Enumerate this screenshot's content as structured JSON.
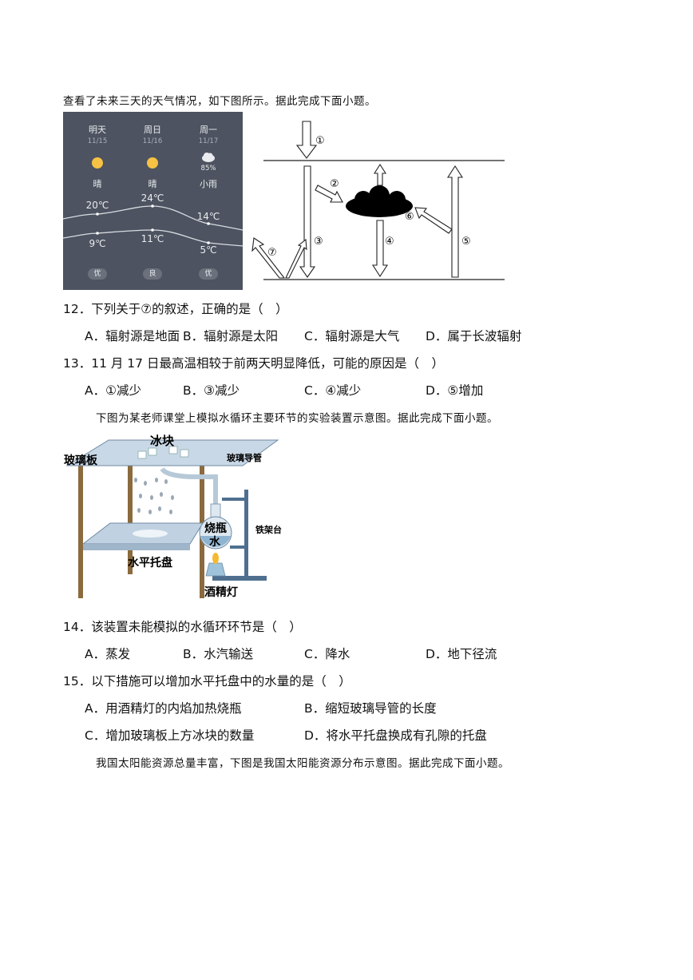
{
  "intro1": "查看了未来三天的天气情况，如下图所示。据此完成下面小题。",
  "weather": {
    "days": [
      {
        "name": "明天",
        "date": "11/15",
        "cond": "晴",
        "high": "20℃",
        "low": "9℃",
        "aqi": "优",
        "icon": "sun-icon"
      },
      {
        "name": "周日",
        "date": "11/16",
        "cond": "晴",
        "high": "24℃",
        "low": "11℃",
        "aqi": "良",
        "icon": "sun-icon"
      },
      {
        "name": "周一",
        "date": "11/17",
        "cond": "小雨",
        "high": "14℃",
        "low": "5℃",
        "aqi": "优",
        "icon": "rain-cloud-icon",
        "precip": "85%"
      }
    ]
  },
  "radiation": {
    "labels": [
      "①",
      "②",
      "③",
      "④",
      "⑤",
      "⑥",
      "⑦"
    ]
  },
  "q12": {
    "stem": "12．下列关于⑦的叙述，正确的是（　）",
    "options": [
      "A．辐射源是地面",
      "B．辐射源是太阳",
      "C．辐射源是大气",
      "D．属于长波辐射"
    ]
  },
  "q13": {
    "stem": "13．11 月 17 日最高温相较于前两天明显降低，可能的原因是（　）",
    "options": [
      "A．①减少",
      "B．③减少",
      "C．④减少",
      "D．⑤增加"
    ]
  },
  "intro2": "下图为某老师课堂上模拟水循环主要环节的实验装置示意图。据此完成下面小题。",
  "apparatus": {
    "labels": {
      "ice": "冰块",
      "glass_plate": "玻璃板",
      "glass_tube": "玻璃导管",
      "flask": "烧瓶",
      "water": "水",
      "stand": "铁架台",
      "tray": "水平托盘",
      "lamp": "酒精灯"
    }
  },
  "q14": {
    "stem": "14．该装置未能模拟的水循环环节是（　）",
    "options": [
      "A．蒸发",
      "B．水汽输送",
      "C．降水",
      "D．地下径流"
    ]
  },
  "q15": {
    "stem": "15．以下措施可以增加水平托盘中的水量的是（　）",
    "options": [
      "A．用酒精灯的内焰加热烧瓶",
      "B．缩短玻璃导管的长度",
      "C．增加玻璃板上方冰块的数量",
      "D．将水平托盘换成有孔隙的托盘"
    ]
  },
  "intro3": "我国太阳能资源总量丰富，下图是我国太阳能资源分布示意图。据此完成下面小题。"
}
